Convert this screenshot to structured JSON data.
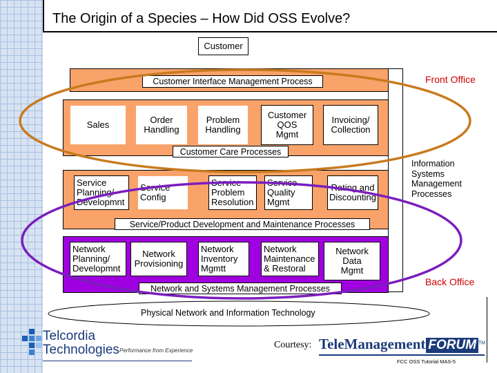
{
  "title": "The Origin of a Species – How Did OSS Evolve?",
  "customer": "Customer",
  "front_office": "Front Office",
  "back_office": "Back Office",
  "cim": {
    "label": "Customer Interface Management Process"
  },
  "customer_care": {
    "label": "Customer Care Processes",
    "boxes": [
      "Sales",
      "Order\nHandling",
      "Problem\nHandling",
      "Customer\nQOS\nMgmt",
      "Invoicing/\nCollection"
    ]
  },
  "service": {
    "label": "Service/Product Development and Maintenance Processes",
    "boxes": [
      "Service\nPlanning/\nDevelopmnt",
      "Service\nConfig",
      "Service\nProblem\nResolution",
      "Service\nQuality\nMgmt",
      "Rating and\nDiscounting"
    ]
  },
  "network": {
    "label": "Network and Systems Management Processes",
    "boxes": [
      "Network\nPlanning/\nDevelopmnt",
      "Network\nProvisioning",
      "Network\nInventory\nMgmtt",
      "Network\nMaintenance\n& Restoral",
      "Network\nData\nMgmt"
    ]
  },
  "physical": "Physical Network and Information Technology",
  "info_systems": "Information\nSystems\nManagement\nProcesses",
  "logo": {
    "line1": "Telcordia",
    "line2": "Technologies",
    "tagline": "Performance from Experience"
  },
  "courtesy": "Courtesy:",
  "tmforum": {
    "part1": "TeleManagement",
    "part2": "FORUM",
    "tm": "TM"
  },
  "footer": "FCC OSS Tutorial MAS-5",
  "colors": {
    "orange": "#f9a36a",
    "purple": "#a000e0",
    "orange_ring": "#c87a1e",
    "purple_ring": "#7a1ebe",
    "red": "#d00000",
    "navy": "#1a3a7a"
  }
}
